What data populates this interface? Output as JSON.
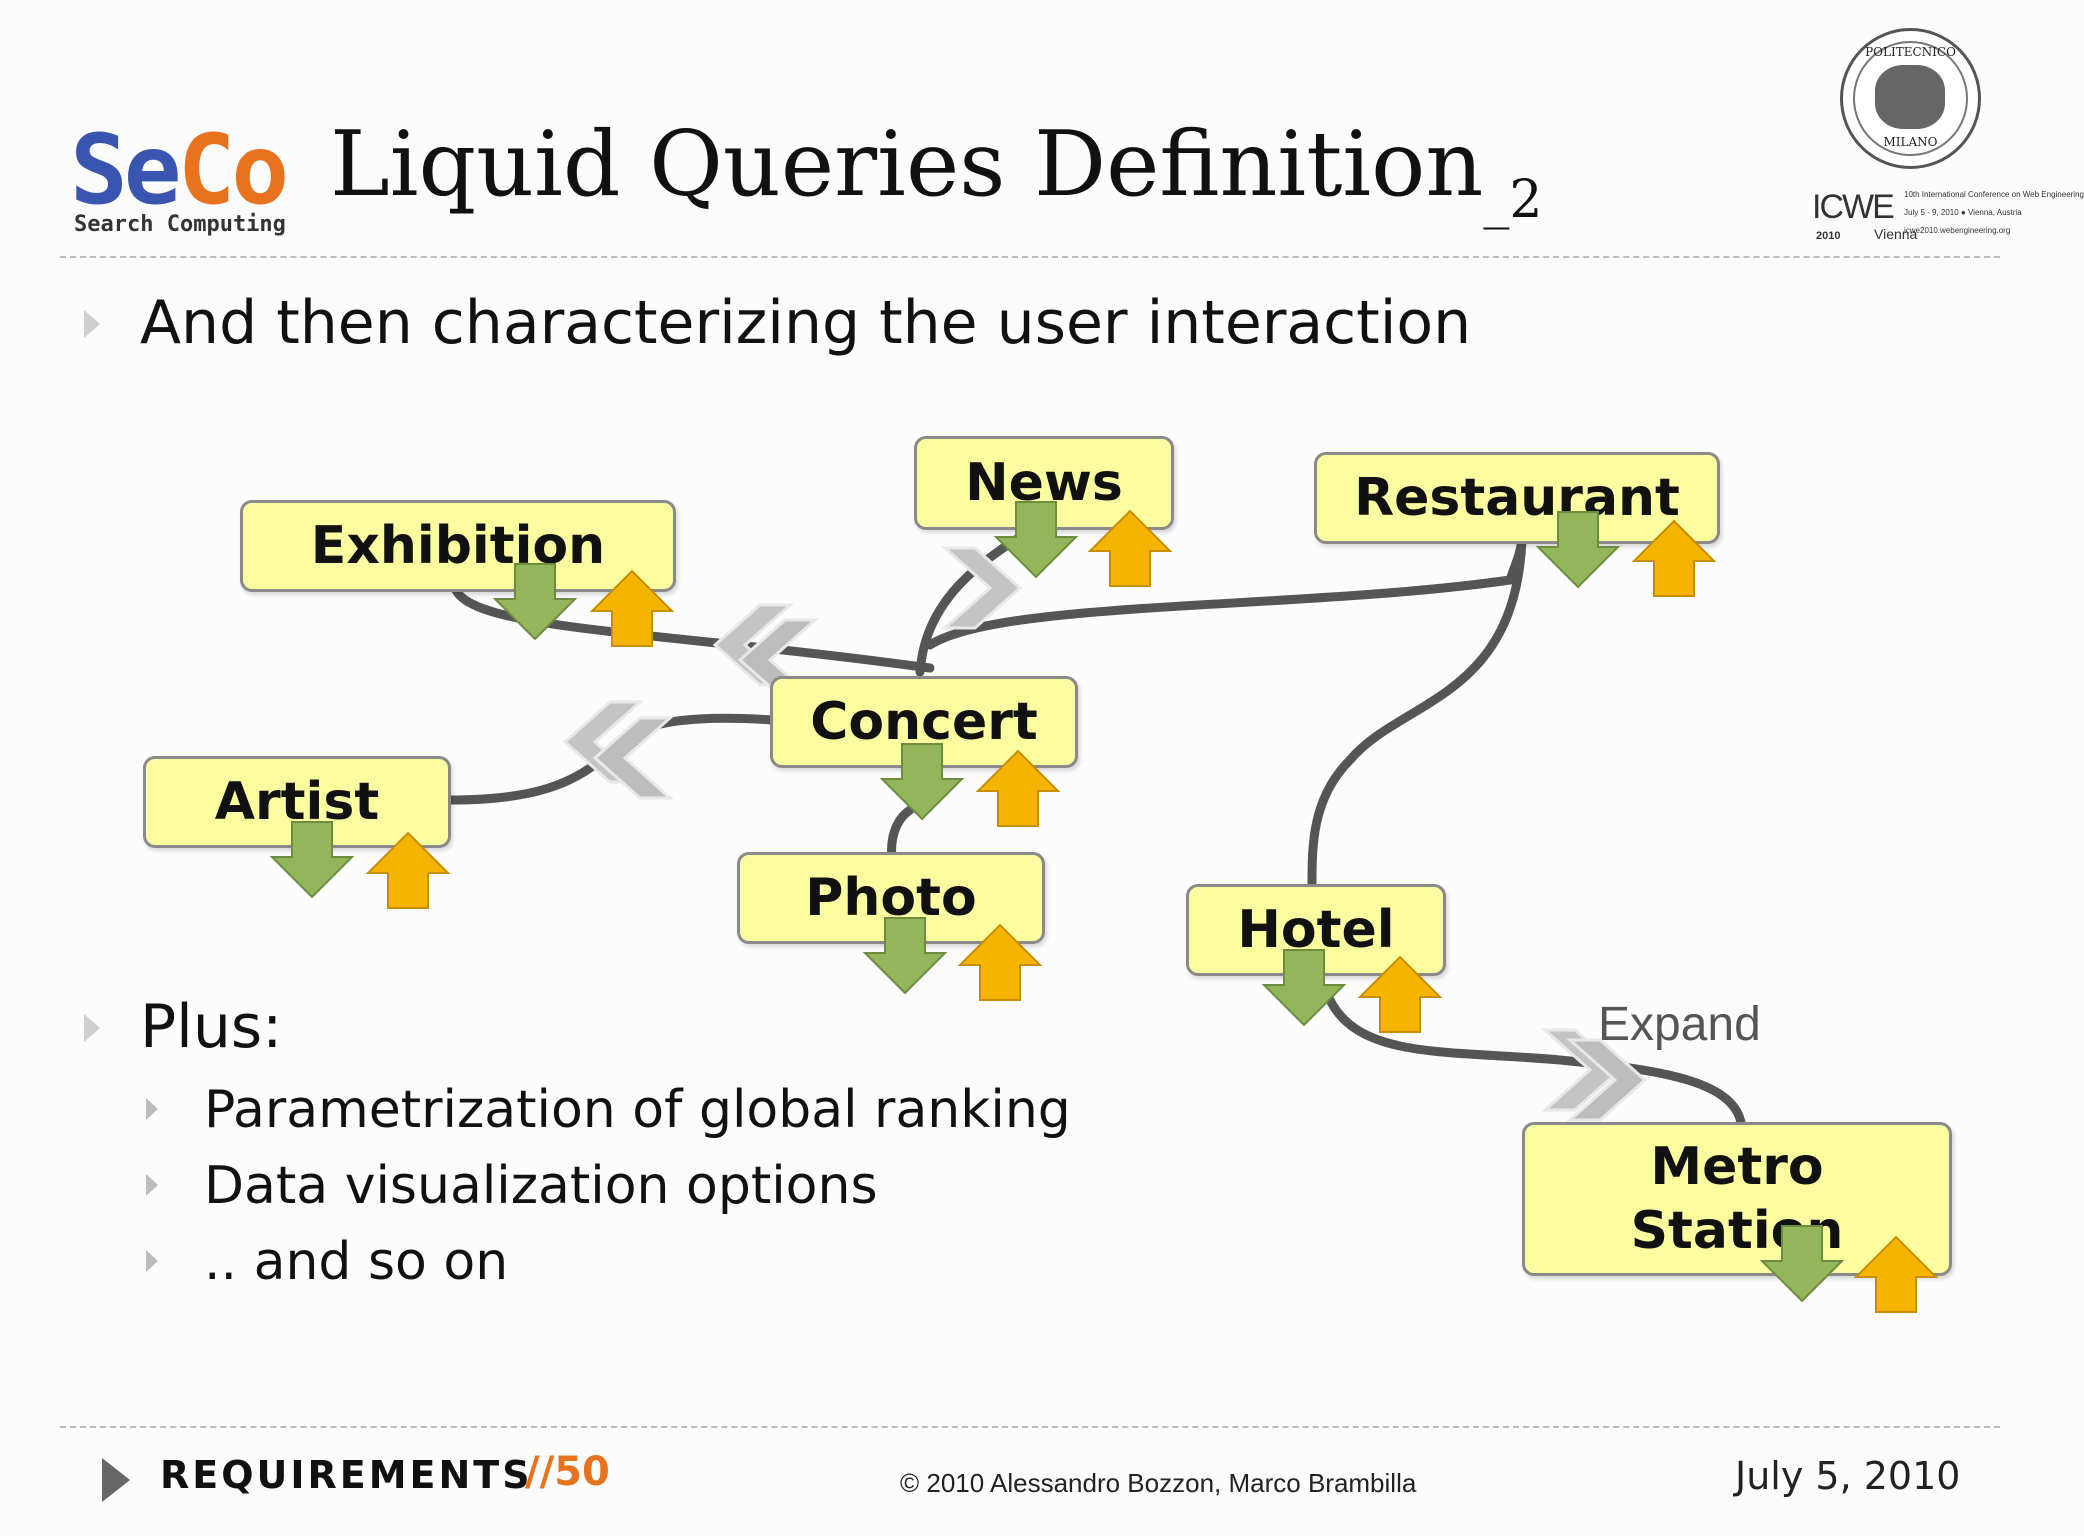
{
  "header": {
    "logo_letters_left": "Se",
    "logo_letters_right": "Co",
    "logo_subtitle": "Search Computing",
    "title": "Liquid Queries Definition",
    "title_suffix": "_2",
    "seal_text_top": "POLITECNICO",
    "seal_text_bottom": "MILANO",
    "conference_logo": "ICWE",
    "conference_line1": "10th International Conference on Web Engineering",
    "conference_line2": "July 5 - 9, 2010 ● Vienna, Austria",
    "conference_line3": "icwe2010.webengineering.org",
    "conference_year": "2010",
    "conference_city": "Vienna"
  },
  "bullets": {
    "main1": "And then characterizing the user interaction",
    "main2": "Plus:",
    "sub": [
      "Parametrization of global ranking",
      "Data visualization options",
      ".. and so on"
    ]
  },
  "diagram": {
    "nodes": {
      "news": "News",
      "restaurant": "Restaurant",
      "exhibition": "Exhibition",
      "concert": "Concert",
      "artist": "Artist",
      "photo": "Photo",
      "hotel": "Hotel",
      "metro": "Metro Station"
    },
    "expand_label": "Expand",
    "colors": {
      "node_fill": "#fbfca0",
      "down_arrow": "#93b65a",
      "up_arrow": "#f5b400",
      "connector": "#555555",
      "chevron": "#bdbdbd"
    },
    "icons": [
      "down-arrow-icon",
      "up-arrow-icon",
      "chevron-icon"
    ]
  },
  "footer": {
    "section": "REQUIREMENTS",
    "page_sep": "//",
    "page_number": "50",
    "copyright": "© 2010 Alessandro Bozzon, Marco Brambilla",
    "date": "July 5, 2010"
  }
}
